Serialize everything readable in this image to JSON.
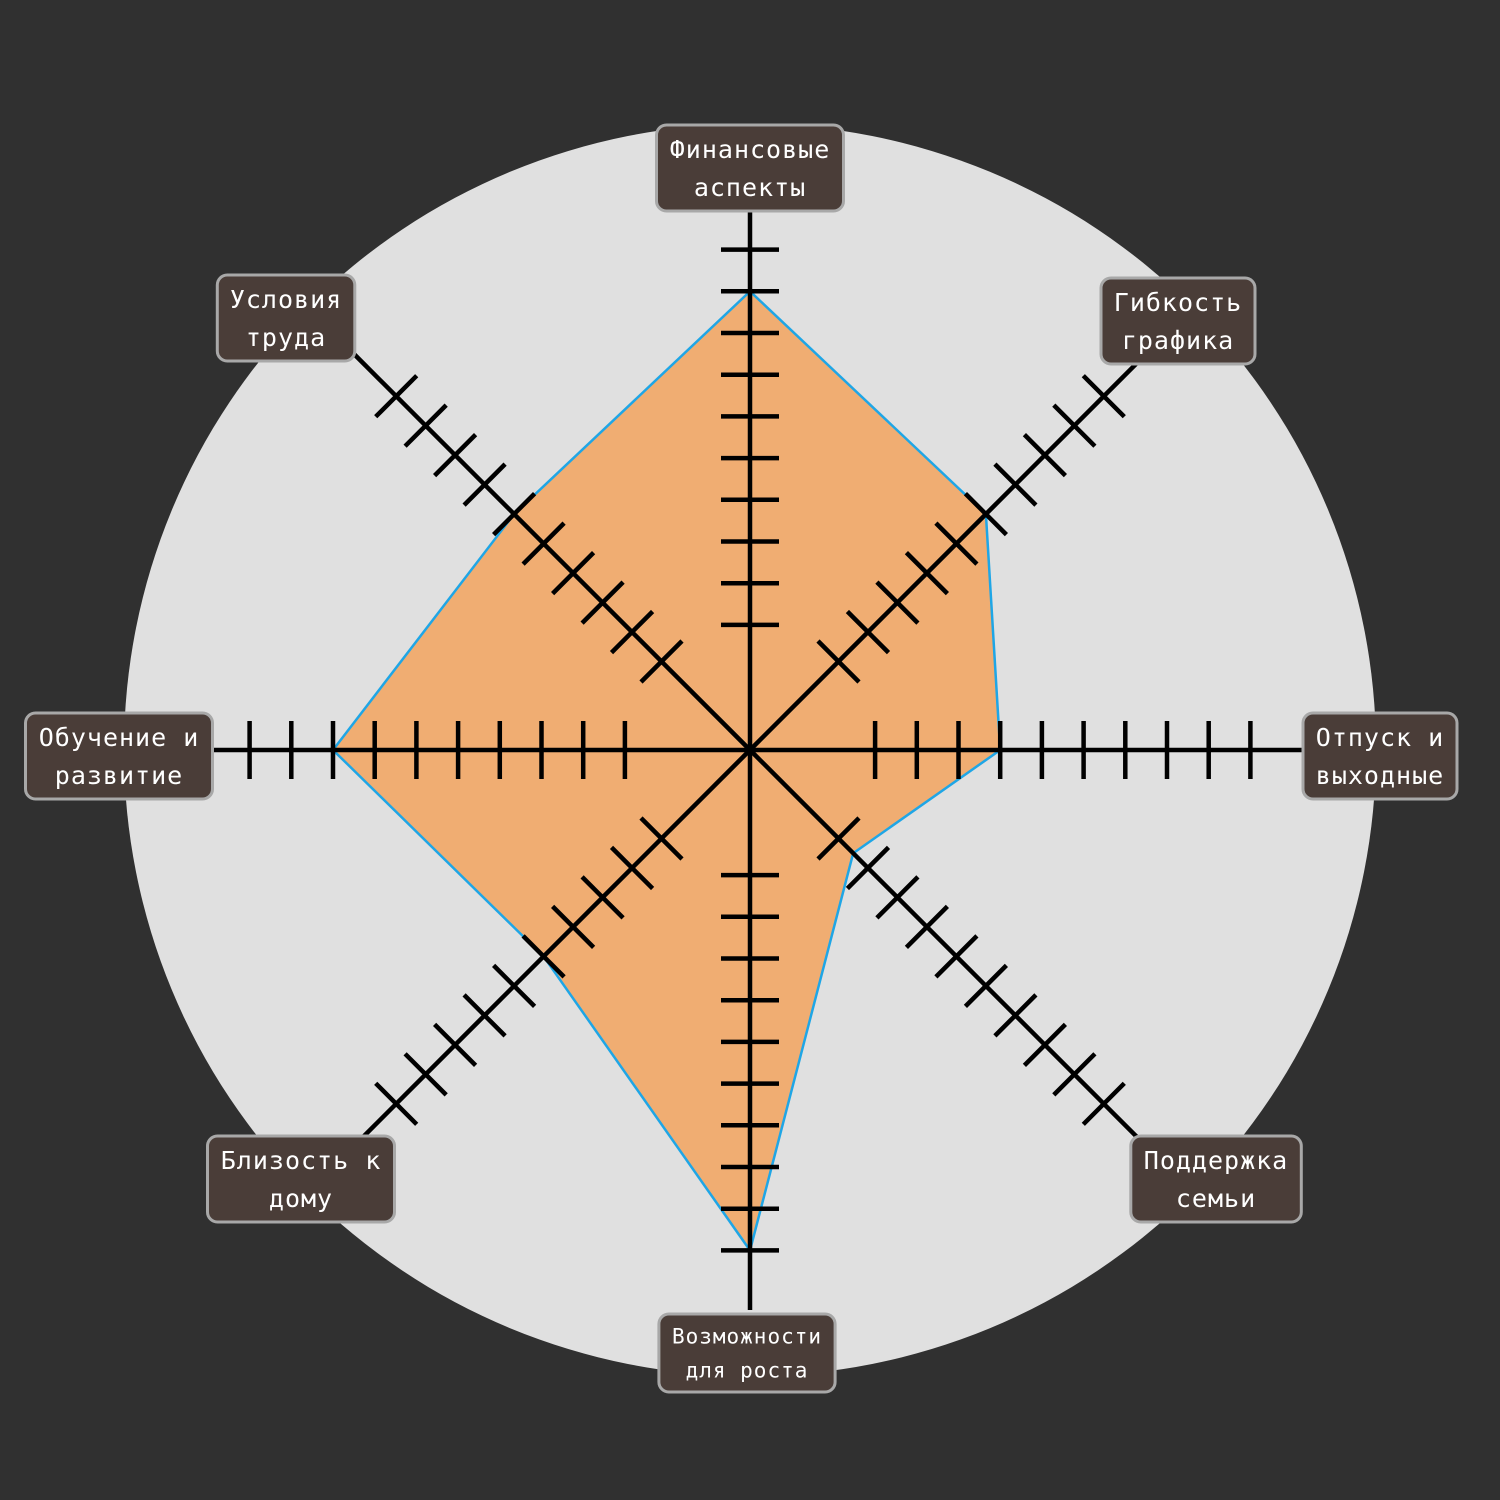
{
  "colors": {
    "page_background": "#303030",
    "disc": "#e0e0e0",
    "area_fill": "#f0ad72",
    "area_stroke": "#1fa6e6",
    "axis": "#000000",
    "label_box": "#4a3d38",
    "label_border": "#a8a8a8",
    "label_text": "#ffffff"
  },
  "chart_data": {
    "type": "radar",
    "scale_max": 12,
    "ticks_per_axis": 12,
    "grid": false,
    "axes": [
      {
        "label": [
          "Финансовые",
          "аспекты"
        ],
        "value": 11
      },
      {
        "label": [
          "Гибкость",
          "графика"
        ],
        "value": 8
      },
      {
        "label": [
          "Отпуск и",
          "выходные"
        ],
        "value": 6
      },
      {
        "label": [
          "Поддержка",
          "семьи"
        ],
        "value": 3.5
      },
      {
        "label": [
          "Возможности",
          "для роста"
        ],
        "value": 12
      },
      {
        "label": [
          "Близость к",
          "дому"
        ],
        "value": 7
      },
      {
        "label": [
          "Обучение и",
          "развитие"
        ],
        "value": 10
      },
      {
        "label": [
          "Условия",
          "труда"
        ],
        "value": 8
      }
    ]
  }
}
